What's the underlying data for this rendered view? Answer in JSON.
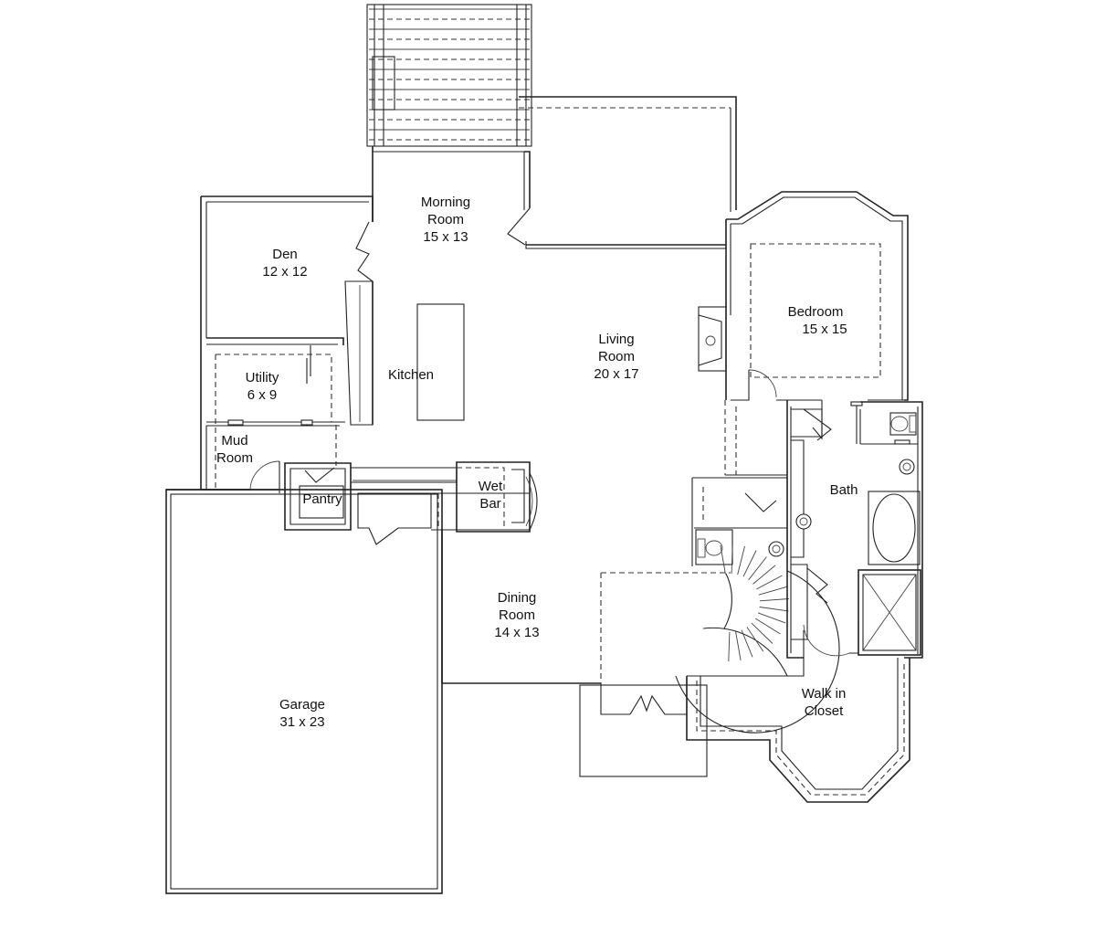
{
  "rooms": {
    "morning": {
      "name1": "Morning",
      "name2": "Room",
      "size": "15 x 13"
    },
    "den": {
      "name": "Den",
      "size": "12 x 12"
    },
    "utility": {
      "name": "Utility",
      "size": "6 x 9"
    },
    "mud": {
      "name1": "Mud",
      "name2": "Room"
    },
    "pantry": {
      "name": "Pantry"
    },
    "kitchen": {
      "name": "Kitchen"
    },
    "living": {
      "name1": "Living",
      "name2": "Room",
      "size": "20 x 17"
    },
    "wetbar": {
      "name1": "Wet",
      "name2": "Bar"
    },
    "bedroom": {
      "name": "Bedroom",
      "size": "15 x 15"
    },
    "bath": {
      "name": "Bath"
    },
    "dining": {
      "name1": "Dining",
      "name2": "Room",
      "size": "14 x 13"
    },
    "garage": {
      "name": "Garage",
      "size": "31 x 23"
    },
    "closet": {
      "name1": "Walk in",
      "name2": "Closet"
    }
  }
}
